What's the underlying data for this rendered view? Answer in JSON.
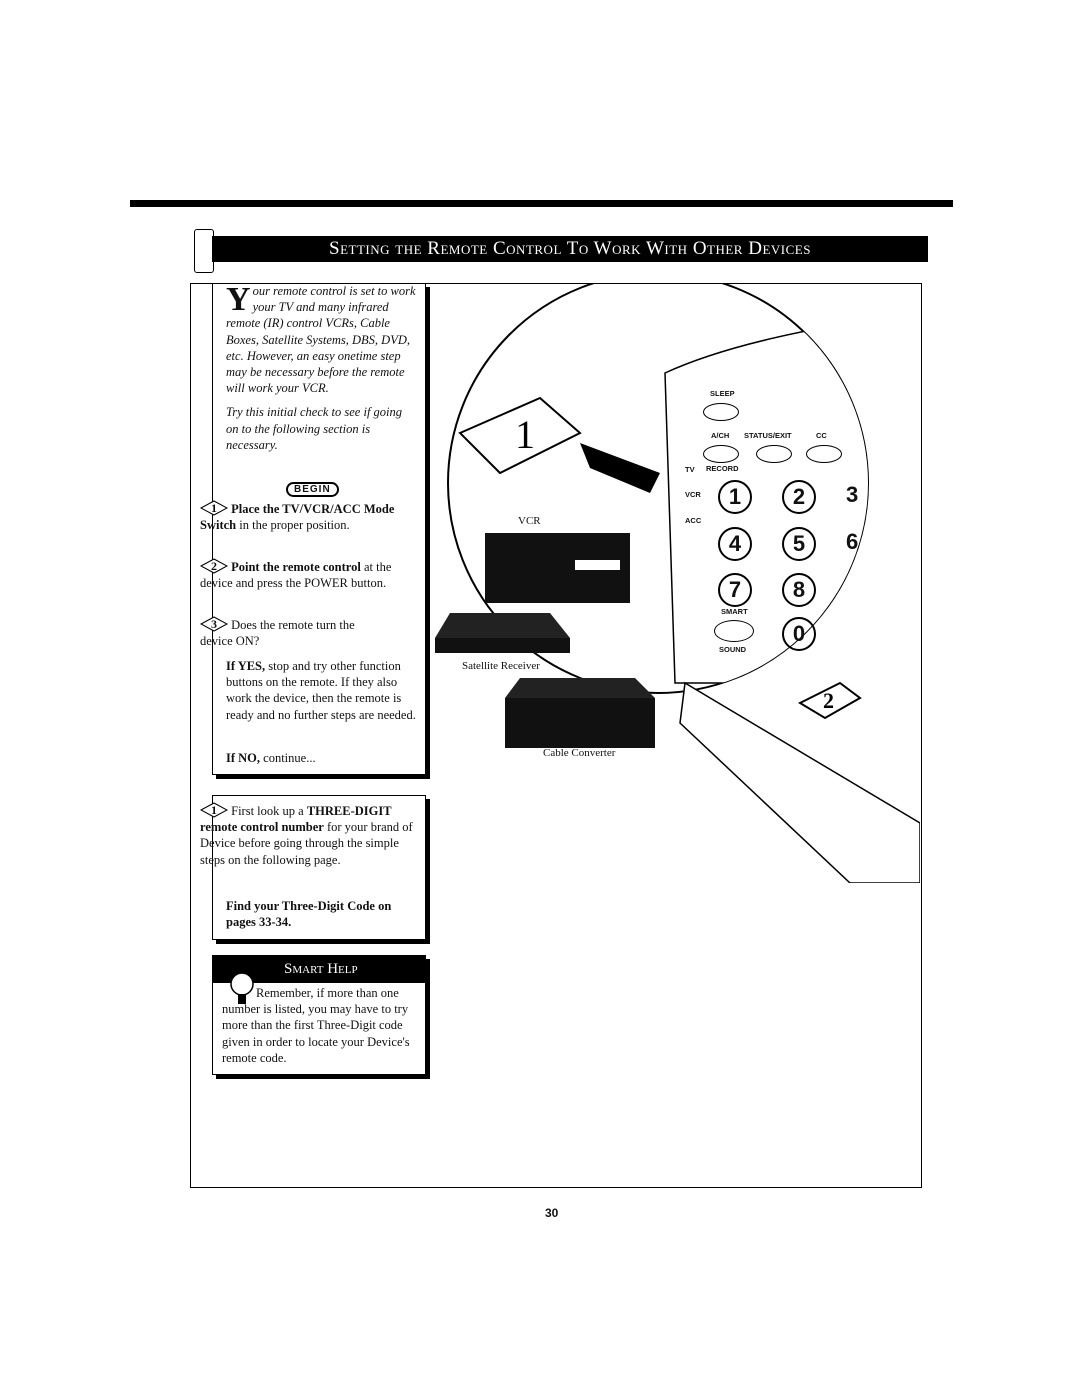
{
  "header": {
    "title": "Setting the Remote Control To Work With Other Devices"
  },
  "intro": {
    "dropcap": "Y",
    "text": "our remote control is set to work your TV and many infrared remote (IR) control VCRs, Cable Boxes, Satellite Systems, DBS, DVD, etc. However, an easy onetime step may be necessary before the remote will work your VCR.",
    "check": "Try this initial check to see if going on to the following section is necessary."
  },
  "begin_label": "BEGIN",
  "steps": [
    {
      "num": "1",
      "bold": "Place the TV/VCR/ACC Mode Switch",
      "text": " in the proper position."
    },
    {
      "num": "2",
      "bold": "Point the remote control",
      "text": " at the device and press the POWER button."
    },
    {
      "num": "3",
      "bold": "",
      "text": "Does the remote turn the device ON?"
    }
  ],
  "if_yes": {
    "bold": "If YES,",
    "text": " stop and try other function buttons on the remote. If they also work the device, then the remote is ready and no further steps are needed."
  },
  "if_no": {
    "bold": "If NO,",
    "text": " continue..."
  },
  "lookup": {
    "num": "1",
    "pre": "First look up a ",
    "bold": "THREE-DIGIT remote control number",
    "text": " for your brand of Device before going through the simple steps on the following page.",
    "find": "Find your Three-Digit Code on pages 33-34."
  },
  "smart_help": {
    "title": "Smart Help",
    "text": "Remember, if more than one number is listed, you may have to try more than the first Three-Digit code given in order to locate your Device's remote code."
  },
  "illustration": {
    "vcr_label": "VCR",
    "satellite_label": "Satellite Receiver",
    "cable_label": "Cable Converter",
    "callout_1": "1",
    "callout_2": "2",
    "remote_labels": {
      "sleep": "SLEEP",
      "ach": "A/CH",
      "status": "STATUS/EXIT",
      "cc": "CC",
      "record": "RECORD",
      "tv": "TV",
      "vcr": "VCR",
      "acc": "ACC",
      "smart": "SMART",
      "sound": "SOUND"
    },
    "keys": [
      "1",
      "2",
      "3",
      "4",
      "5",
      "6",
      "7",
      "8",
      "0"
    ]
  },
  "page_number": "30"
}
